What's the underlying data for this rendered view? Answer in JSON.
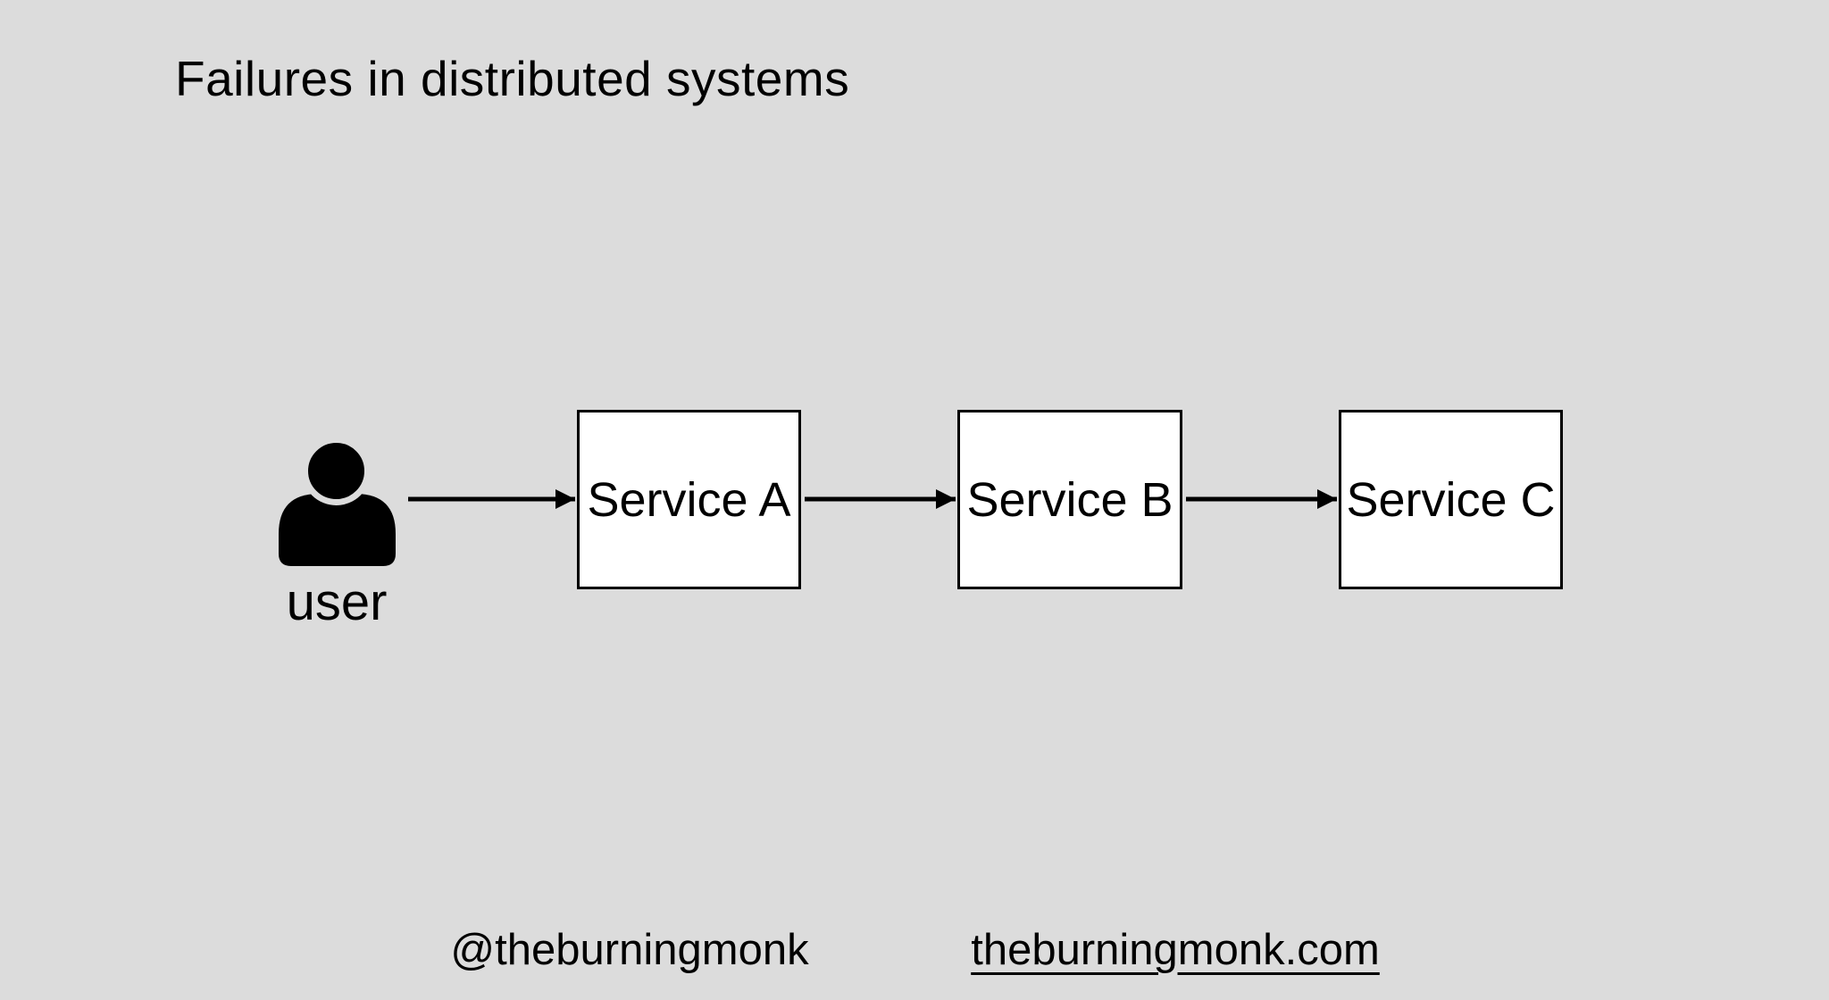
{
  "slide": {
    "title": "Failures in distributed systems",
    "background_color": "#dcdcdc",
    "text_color": "#000000"
  },
  "diagram": {
    "user": {
      "label": "user",
      "icon": "person-icon"
    },
    "node_fill": "#ffffff",
    "node_border_color": "#000000",
    "arrow_color": "#000000",
    "nodes": [
      {
        "id": "service-a",
        "label": "Service A"
      },
      {
        "id": "service-b",
        "label": "Service B"
      },
      {
        "id": "service-c",
        "label": "Service C"
      }
    ],
    "edges": [
      {
        "from": "user",
        "to": "service-a"
      },
      {
        "from": "service-a",
        "to": "service-b"
      },
      {
        "from": "service-b",
        "to": "service-c"
      }
    ]
  },
  "footer": {
    "handle": "@theburningmonk",
    "website": "theburningmonk.com"
  }
}
